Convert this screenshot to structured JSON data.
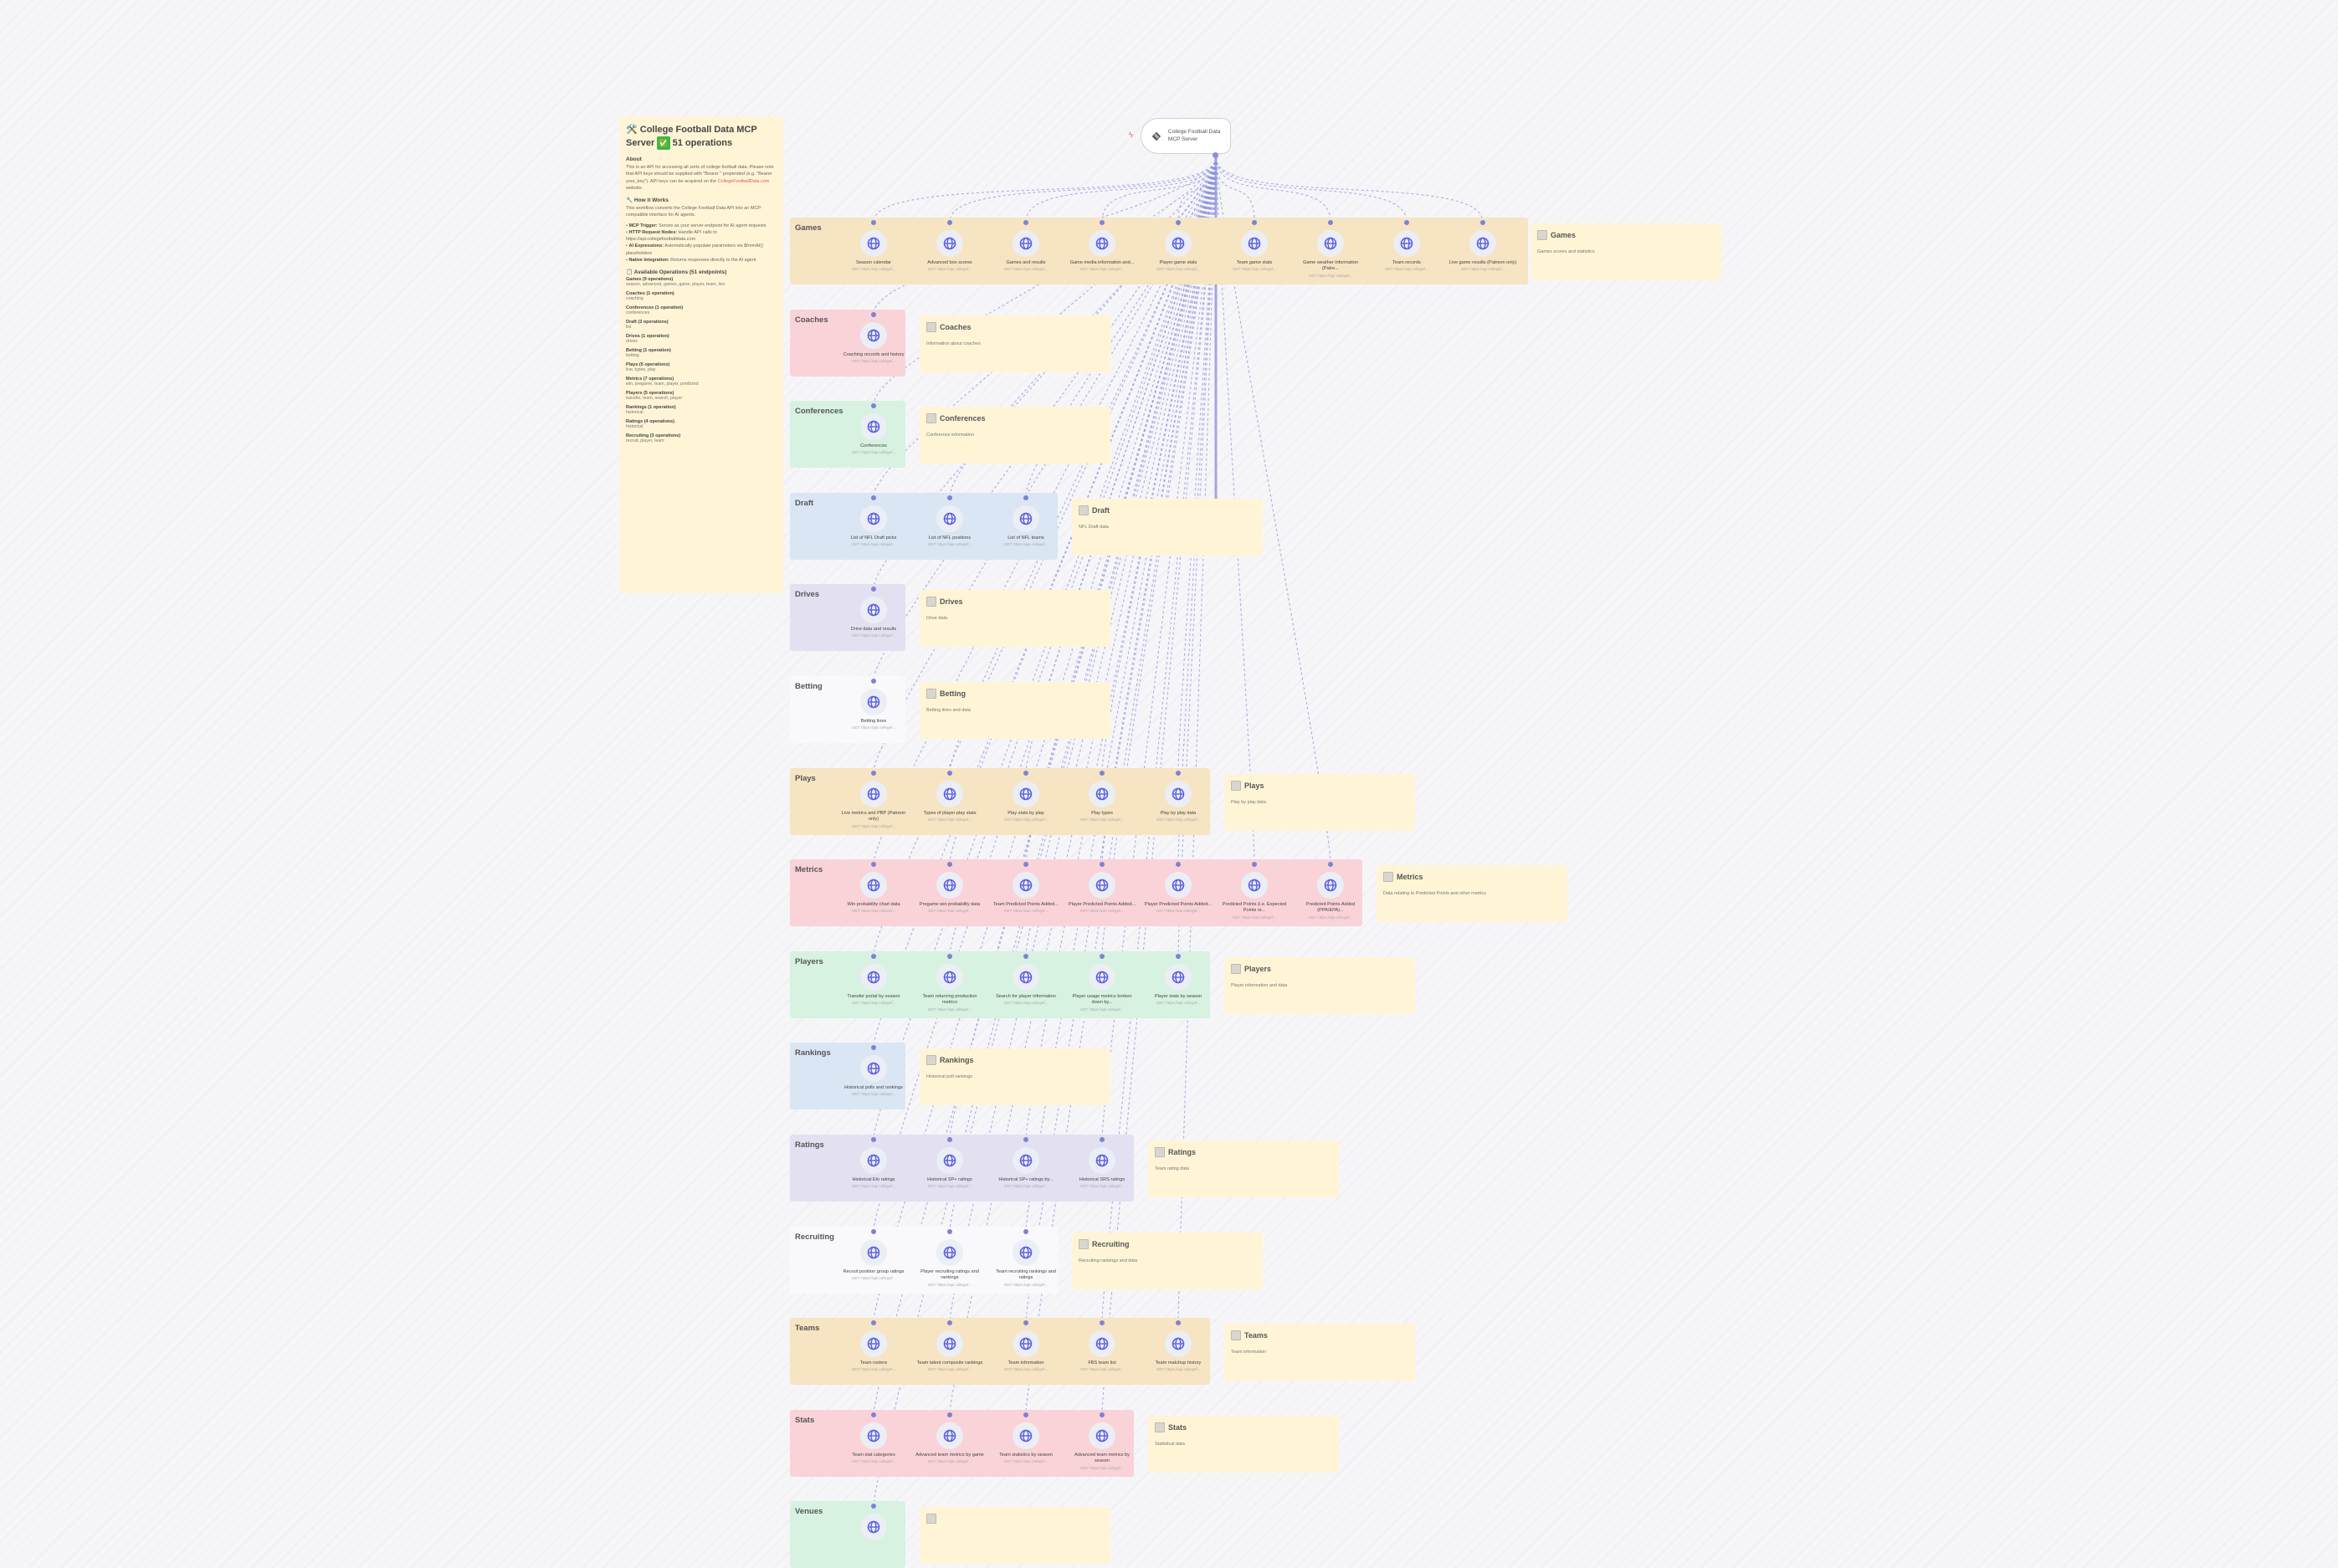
{
  "trigger": {
    "label": "College Football Data MCP Server",
    "icon": "mcp-icon"
  },
  "overview": {
    "title": "🛠️ College Football Data MCP Server",
    "badge": "✅",
    "title_suffix": "51 operations",
    "about_heading": "About",
    "about_text": "This is an API for accessing all sorts of college football data. Please note that API keys should be supplied with \"Bearer \" prepended (e.g. \"Bearer your_key\"). API keys can be acquired on the",
    "about_link": "CollegeFootballData.com",
    "about_tail": "website.",
    "how_heading": "🔧 How it Works",
    "how_text": "This workflow converts the College Football Data API into an MCP-compatible interface for AI agents.",
    "bullets": [
      {
        "name": "MCP Trigger:",
        "text": "Serves as your server endpoint for AI agent requests"
      },
      {
        "name": "HTTP Request Nodes:",
        "text": "Handle API calls to https://api.collegefootballdata.com"
      },
      {
        "name": "AI Expressions:",
        "text": "Automatically populate parameters via $fromAI() placeholders"
      },
      {
        "name": "Native Integration:",
        "text": "Returns responses directly to the AI agent"
      }
    ],
    "ops_heading": "📋 Available Operations (51 endpoints)",
    "ops": [
      {
        "name": "Games (9 operations)",
        "keys": "season, advanced, games, game, player, team, live"
      },
      {
        "name": "Coaches (1 operation)",
        "keys": "coaching"
      },
      {
        "name": "Conferences (1 operation)",
        "keys": "conferences"
      },
      {
        "name": "Draft (3 operations)",
        "keys": "list"
      },
      {
        "name": "Drives (1 operation)",
        "keys": "drives"
      },
      {
        "name": "Betting (1 operation)",
        "keys": "betting"
      },
      {
        "name": "Plays (5 operations)",
        "keys": "live, types, play"
      },
      {
        "name": "Metrics (7 operations)",
        "keys": "win, pregame, team, player, predicted"
      },
      {
        "name": "Players (5 operations)",
        "keys": "transfer, team, search, player"
      },
      {
        "name": "Rankings (1 operation)",
        "keys": "historical"
      },
      {
        "name": "Ratings (4 operations)",
        "keys": "historical"
      },
      {
        "name": "Recruiting (3 operations)",
        "keys": "recruit, player, team"
      }
    ]
  },
  "node_subtitle": "GET: https://api.collegef...",
  "colors": {
    "tan": "#f6e4c3",
    "pink": "#f9d3d8",
    "green": "#d7f2e1",
    "blue": "#dbe6f4",
    "purple": "#e3e0f2",
    "white": "#f9f9fb",
    "edge": "#8f93dc",
    "node_icon": "#5a5fe0"
  },
  "sections": [
    {
      "title": "Games",
      "color": "tan",
      "info_title": "Games",
      "info_text": "Games scores and statistics",
      "nodes": [
        "Season calendar",
        "Advanced box scores",
        "Games and results",
        "Game media information and...",
        "Player game stats",
        "Team game stats",
        "Game weather information (Patre...",
        "Team records",
        "Live game results (Patreon only)"
      ]
    },
    {
      "title": "Coaches",
      "color": "pink",
      "info_title": "Coaches",
      "info_text": "Information about coaches",
      "nodes": [
        "Coaching records and history"
      ]
    },
    {
      "title": "Conferences",
      "color": "green",
      "info_title": "Conferences",
      "info_text": "Conference information",
      "nodes": [
        "Conferences"
      ]
    },
    {
      "title": "Draft",
      "color": "blue",
      "info_title": "Draft",
      "info_text": "NFL Draft data",
      "nodes": [
        "List of NFL Draft picks",
        "List of NFL positions",
        "List of NFL teams"
      ]
    },
    {
      "title": "Drives",
      "color": "purple",
      "info_title": "Drives",
      "info_text": "Drive data",
      "nodes": [
        "Drive data and results"
      ]
    },
    {
      "title": "Betting",
      "color": "white",
      "info_title": "Betting",
      "info_text": "Betting lines and data",
      "nodes": [
        "Betting lines"
      ]
    },
    {
      "title": "Plays",
      "color": "tan",
      "info_title": "Plays",
      "info_text": "Play by play data",
      "nodes": [
        "Live metrics and PBP (Patreon only)",
        "Types of player play stats",
        "Play stats by play",
        "Play types",
        "Play by play data"
      ]
    },
    {
      "title": "Metrics",
      "color": "pink",
      "info_title": "Metrics",
      "info_text": "Data relating to Predicted Points and other metrics",
      "nodes": [
        "Win probability chart data",
        "Pregame win probability data",
        "Team Predicted Points Added...",
        "Player Predicted Points Added...",
        "Player Predicted Points Added...",
        "Predicted Points (i.e. Expected Points or...",
        "Predicted Points Added (PPA/EPA)..."
      ]
    },
    {
      "title": "Players",
      "color": "green",
      "info_title": "Players",
      "info_text": "Player information and data",
      "nodes": [
        "Transfer portal by season",
        "Team returning production metrics",
        "Search for player information",
        "Player usage metrics broken down by...",
        "Player stats by season"
      ]
    },
    {
      "title": "Rankings",
      "color": "blue",
      "info_title": "Rankings",
      "info_text": "Historical poll rankings",
      "nodes": [
        "Historical polls and rankings"
      ]
    },
    {
      "title": "Ratings",
      "color": "purple",
      "info_title": "Ratings",
      "info_text": "Team rating data",
      "nodes": [
        "Historical Elo ratings",
        "Historical SP+ ratings",
        "Historical SP+ ratings by...",
        "Historical SRS ratings"
      ]
    },
    {
      "title": "Recruiting",
      "color": "white",
      "info_title": "Recruiting",
      "info_text": "Recruiting rankings and data",
      "nodes": [
        "Recruit position group ratings",
        "Player recruiting ratings and rankings",
        "Team recruiting rankings and ratings"
      ]
    },
    {
      "title": "Teams",
      "color": "tan",
      "info_title": "Teams",
      "info_text": "Team information",
      "nodes": [
        "Team rosters",
        "Team talent composite rankings",
        "Team information",
        "FBS team list",
        "Team matchup history"
      ]
    },
    {
      "title": "Stats",
      "color": "pink",
      "info_title": "Stats",
      "info_text": "Statistical data",
      "nodes": [
        "Team stat categories",
        "Advanced team metrics by game",
        "Team statistics by season",
        "Advanced team metrics by season"
      ]
    },
    {
      "title": "Venues",
      "color": "green",
      "info_title": "",
      "info_text": "",
      "nodes": [
        ""
      ]
    }
  ]
}
